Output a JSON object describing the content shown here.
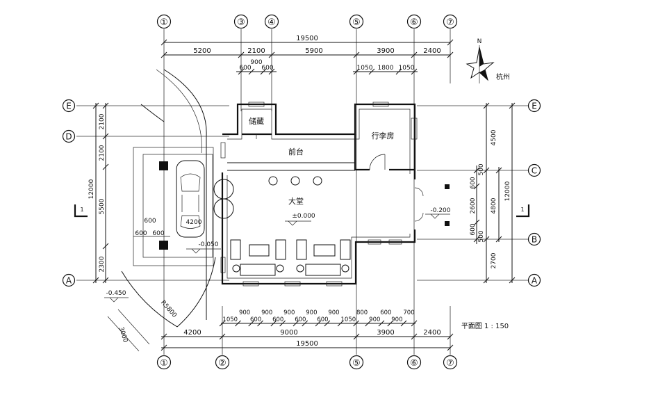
{
  "axes_top": [
    "①",
    "③",
    "④",
    "⑤",
    "⑥",
    "⑦"
  ],
  "axes_bottom": [
    "①",
    "②",
    "⑤",
    "⑥",
    "⑦"
  ],
  "axes_left": [
    "E",
    "D",
    "A"
  ],
  "axes_right": [
    "E",
    "C",
    "B",
    "A"
  ],
  "dims_top": {
    "total": "19500",
    "row1": [
      "5200",
      "2100",
      "5900",
      "3900",
      "2400"
    ],
    "row2a": [
      "600",
      "900",
      "600"
    ],
    "row2b": [
      "1050",
      "1800",
      "1050"
    ]
  },
  "dims_bottom": {
    "total": "19500",
    "row1": [
      "4200",
      "9000",
      "3900",
      "2400"
    ],
    "row2": [
      "1050",
      "900",
      "600",
      "900",
      "600",
      "900",
      "600",
      "900",
      "600",
      "900",
      "1050",
      "800",
      "900",
      "600",
      "900",
      "700"
    ]
  },
  "dims_left": [
    "2100",
    "2100",
    "5500",
    "2300"
  ],
  "dims_left_total": "12000",
  "dims_right": [
    "4500",
    "600",
    "2600",
    "600",
    "2700"
  ],
  "dims_right_500": [
    "500",
    "500"
  ],
  "dims_right_mid": "4800",
  "dims_right_total": "12000",
  "entry_dims": {
    "w": "4200",
    "a": "600",
    "b": "600",
    "c": "600"
  },
  "rooms": {
    "storage": "储藏",
    "luggage": "行李房",
    "reception": "前台",
    "lobby": "大堂"
  },
  "levels": {
    "lobby": "±0.000",
    "entry": "-0.050",
    "side": "-0.200",
    "outer": "-0.450"
  },
  "radius_label": "R5800",
  "ramp_dim": "3000",
  "section_mark": "1",
  "compass": {
    "north": "N",
    "city": "杭州"
  },
  "drawing_title": "平面图 1 : 150"
}
